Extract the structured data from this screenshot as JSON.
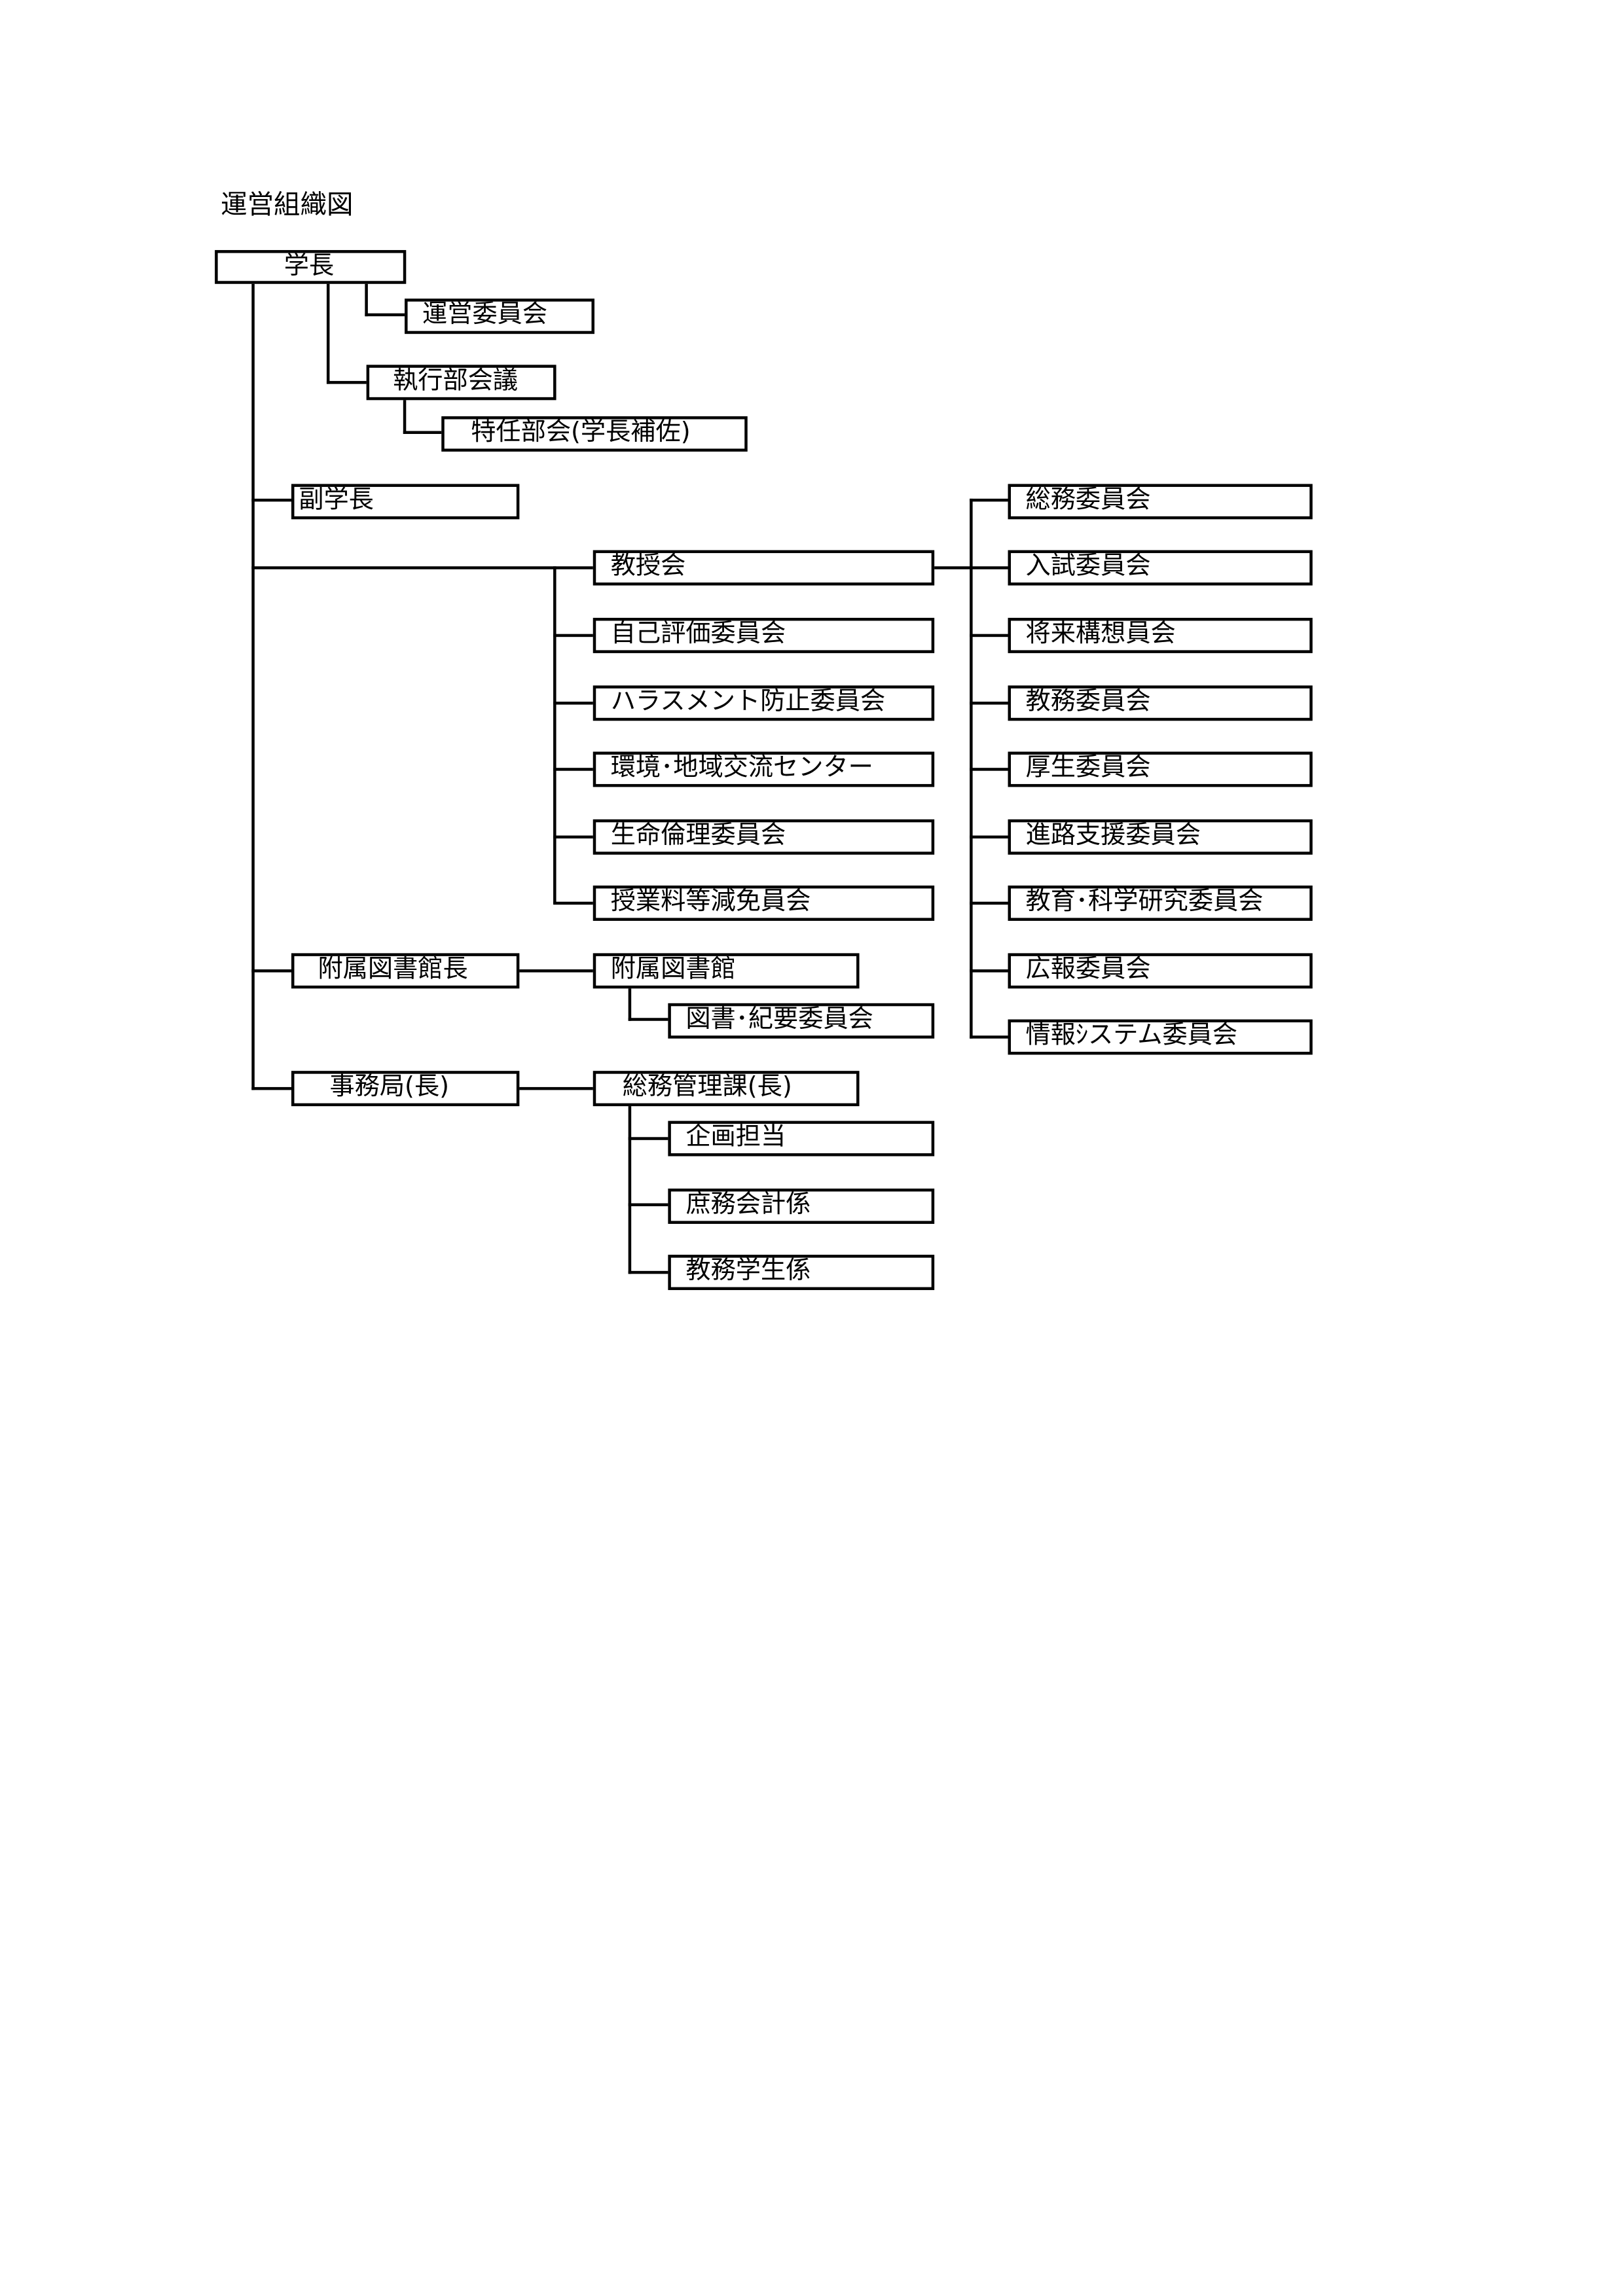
{
  "title": "運営組織図",
  "nodes": {
    "president": "学長",
    "management_committee": "運営委員会",
    "executive_council": "執行部会議",
    "special_subcommittee": "特任部会(学長補佐)",
    "vice_president": "副学長",
    "faculty_council": "教授会",
    "self_evaluation": "自己評価委員会",
    "harassment_prevention": "ハラスメント防止委員会",
    "environment_center": "環境･地域交流センター",
    "bioethics": "生命倫理委員会",
    "tuition_exemption": "授業料等減免員会",
    "general_affairs_committee": "総務委員会",
    "admissions": "入試委員会",
    "future_planning": "将来構想員会",
    "academic_affairs": "教務委員会",
    "welfare": "厚生委員会",
    "career_support": "進路支援委員会",
    "education_research": "教育･科学研究委員会",
    "public_relations": "広報委員会",
    "information_systems": "情報ｼステム委員会",
    "library_director": "附属図書館長",
    "library": "附属図書館",
    "library_bulletin": "図書･紀要委員会",
    "secretariat": "事務局(長)",
    "general_management_division": "総務管理課(長)",
    "planning": "企画担当",
    "accounting": "庶務会計係",
    "student_affairs": "教務学生係"
  }
}
